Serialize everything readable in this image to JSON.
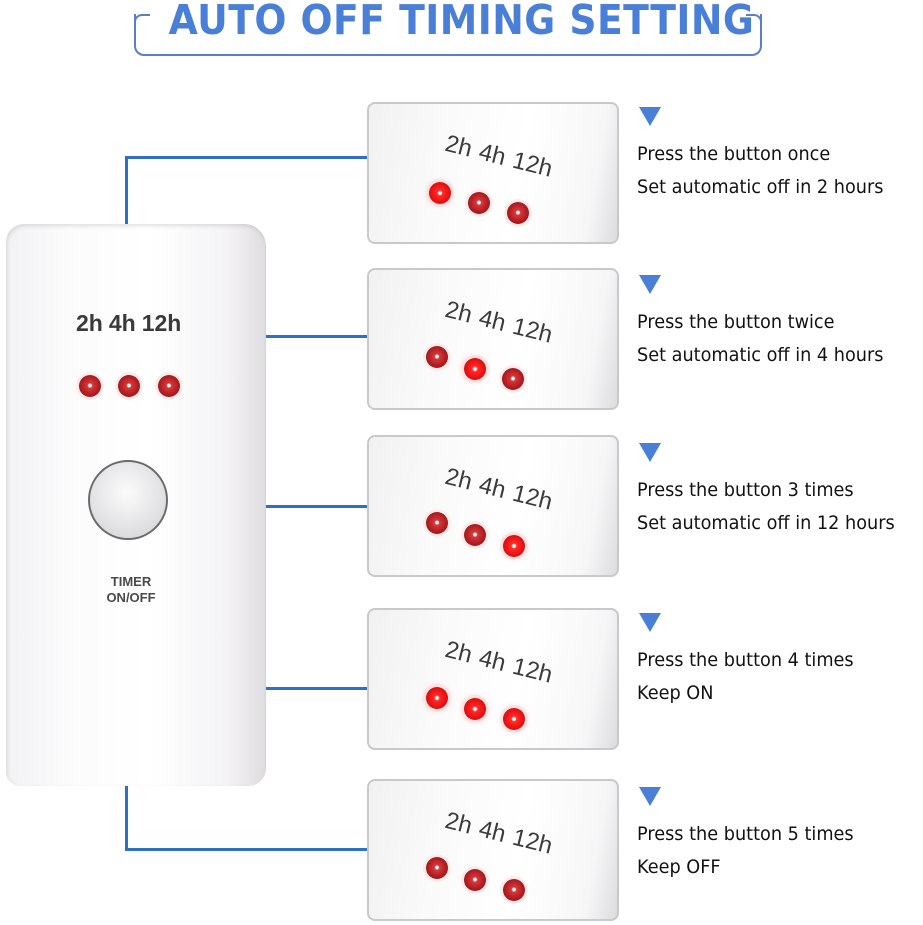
{
  "title": "AUTO OFF TIMING SETTING",
  "colors": {
    "accent": "#4a7fd8",
    "connector": "#2f6fc4",
    "led_on": "#e81010",
    "led_dim": "#b31d22"
  },
  "device": {
    "timer_labels": [
      "2h",
      "4h",
      "12h"
    ],
    "leds": [
      "dim",
      "dim",
      "dim"
    ],
    "button_label_line1": "TIMER",
    "button_label_line2": "ON/OFF"
  },
  "steps": [
    {
      "indicator": "triangle-down",
      "line1": "Press the button once",
      "line2": "Set automatic off in 2 hours",
      "panel": {
        "labels": [
          "2h",
          "4h",
          "12h"
        ],
        "leds": [
          "on",
          "dim",
          "dim"
        ]
      }
    },
    {
      "indicator": "triangle-down",
      "line1": "Press the button twice",
      "line2": "Set automatic off in 4 hours",
      "panel": {
        "labels": [
          "2h",
          "4h",
          "12h"
        ],
        "leds": [
          "dim",
          "on",
          "dim"
        ]
      }
    },
    {
      "indicator": "triangle-down",
      "line1": "Press the button 3 times",
      "line2": "Set automatic off in 12 hours",
      "panel": {
        "labels": [
          "2h",
          "4h",
          "12h"
        ],
        "leds": [
          "dim",
          "dim",
          "on"
        ]
      }
    },
    {
      "indicator": "triangle-down",
      "line1": "Press the button 4 times",
      "line2": "Keep ON",
      "panel": {
        "labels": [
          "2h",
          "4h",
          "12h"
        ],
        "leds": [
          "on",
          "on",
          "on"
        ]
      }
    },
    {
      "indicator": "triangle-down",
      "line1": "Press the button 5 times",
      "line2": "Keep OFF",
      "panel": {
        "labels": [
          "2h",
          "4h",
          "12h"
        ],
        "leds": [
          "dim",
          "dim",
          "dim"
        ]
      }
    }
  ]
}
